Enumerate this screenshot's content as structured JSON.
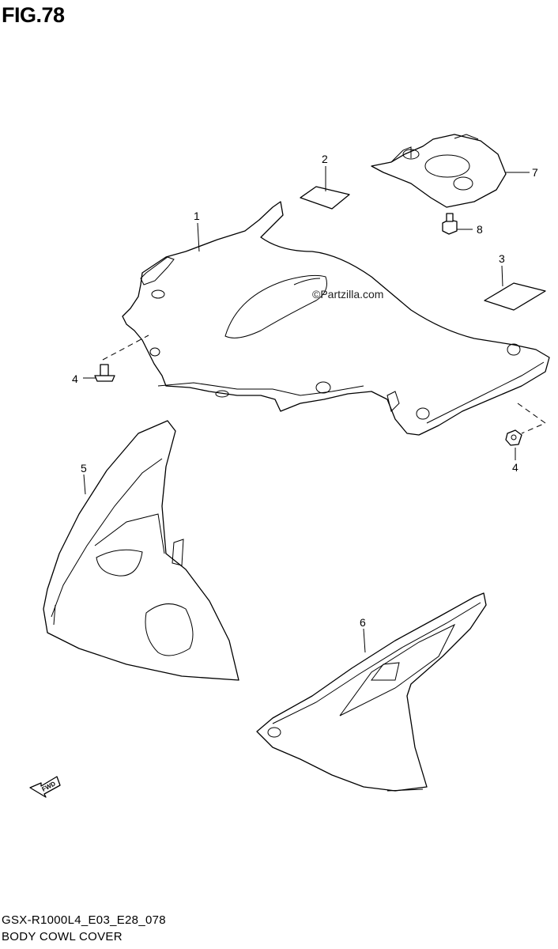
{
  "figure": {
    "title": "FIG.78"
  },
  "watermark": "©Partzilla.com",
  "fwd_label": "FWD",
  "callouts": [
    "1",
    "2",
    "3",
    "4",
    "4",
    "5",
    "6",
    "7",
    "8"
  ],
  "footer": {
    "model_code": "GSX-R1000L4_E03_E28_078",
    "section_name": "BODY COWL COVER"
  }
}
